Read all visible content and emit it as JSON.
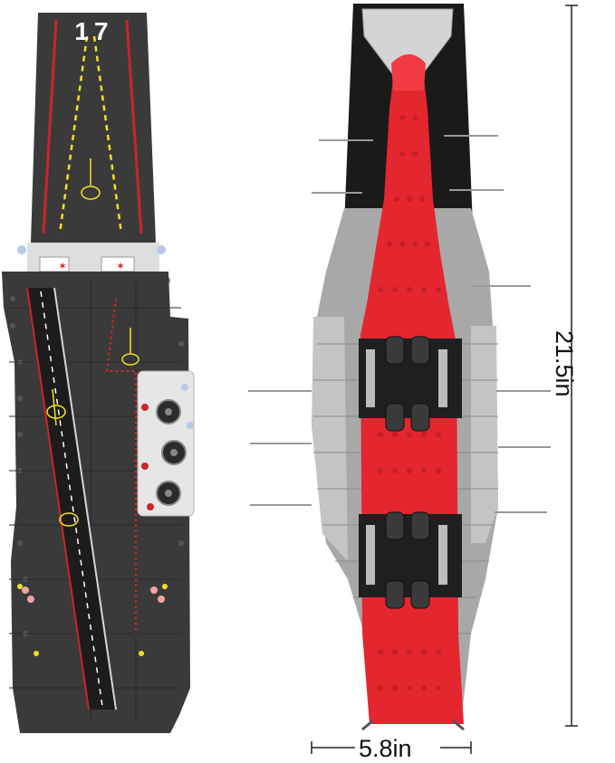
{
  "deck": {
    "hull_number": "17"
  },
  "dimensions": {
    "width": "5.8in",
    "height": "21.5in"
  },
  "colors": {
    "deck": "#3a3a3a",
    "deck_dark": "#2a2a2a",
    "red": "#e4262f",
    "grey": "#a8a8a8",
    "light_grey": "#cfcfcf",
    "yellow": "#f2e024"
  }
}
